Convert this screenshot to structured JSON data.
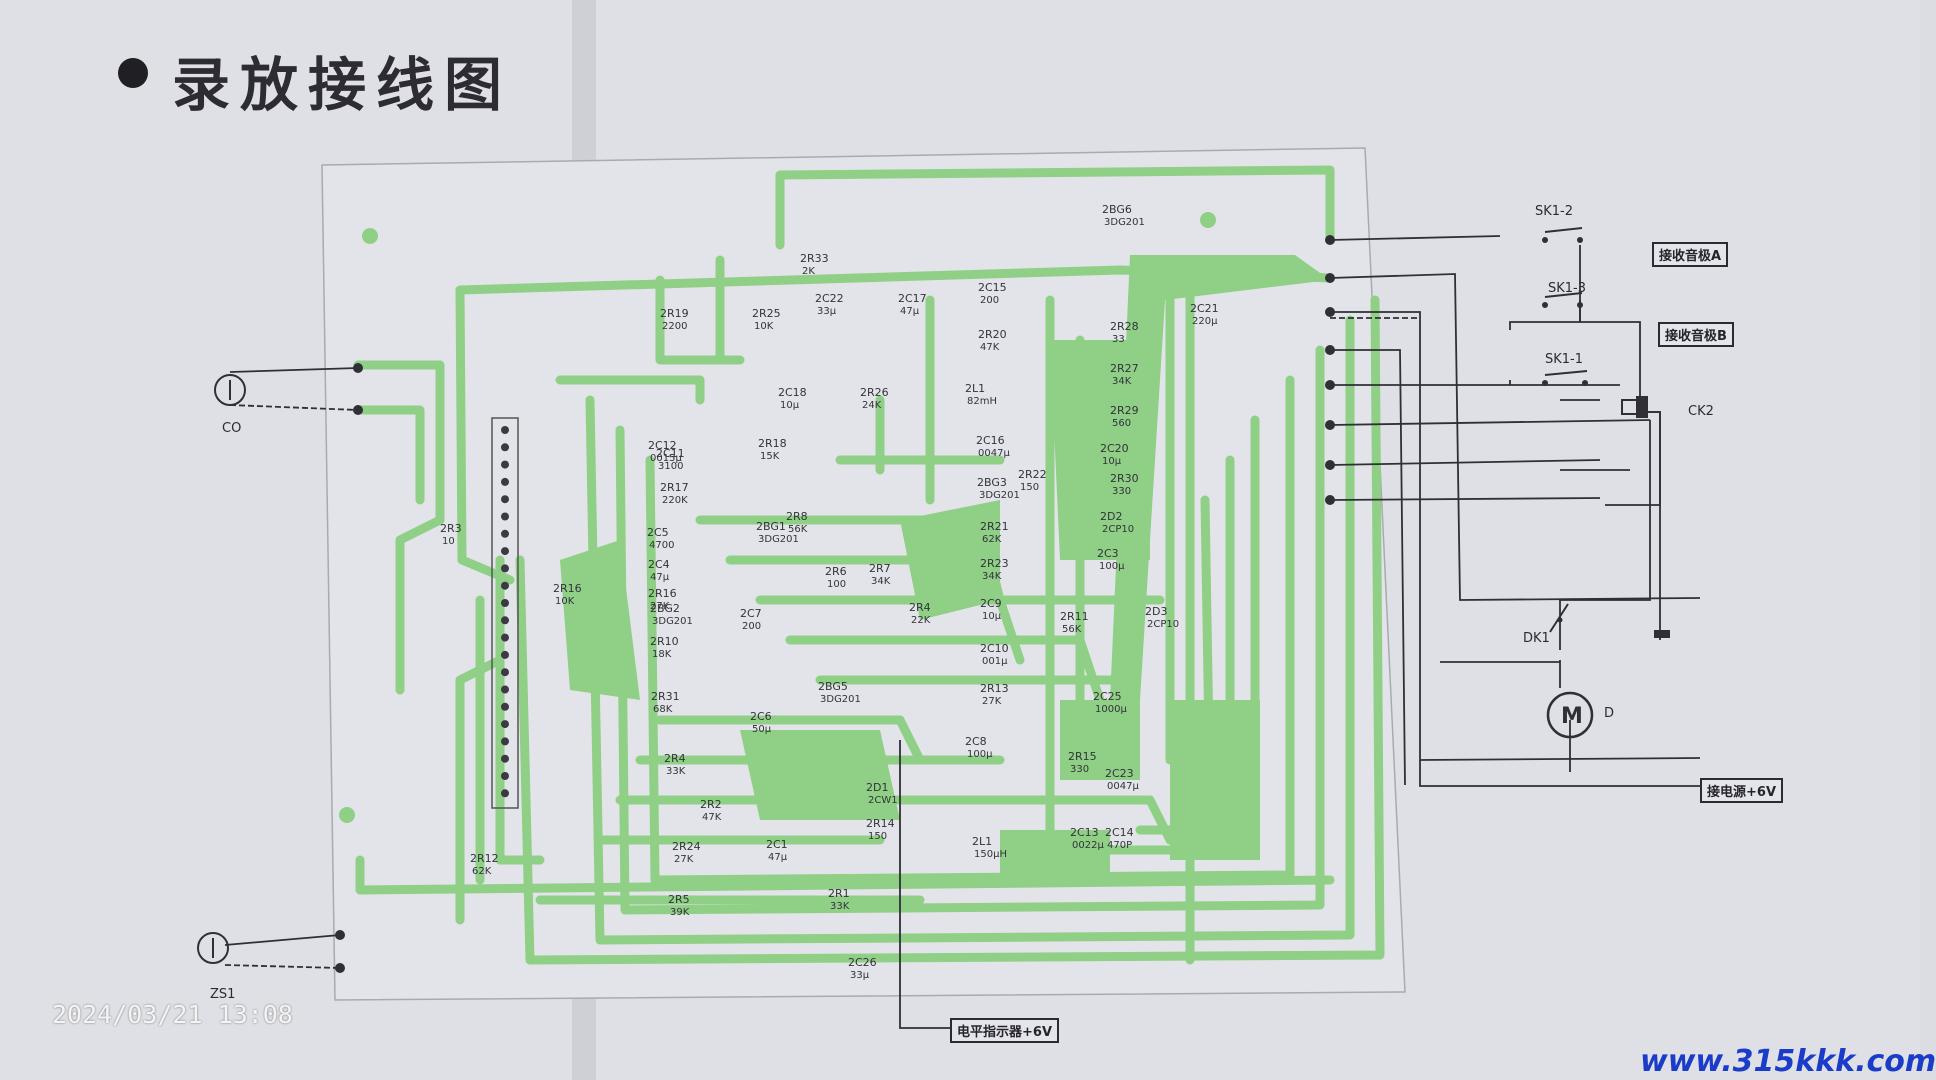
{
  "title": "录放接线图",
  "timestamp": "2024/03/21 13:08",
  "watermark": "www.315kkk.com",
  "colors": {
    "trace": "#8fd086",
    "ink": "#2f2f35",
    "paper": "#dcdde2",
    "watermark": "#1b3cc8"
  },
  "connectors": {
    "co": "CO",
    "zs1": "ZS1",
    "ck2": "CK2",
    "dk1": "DK1",
    "motor": "M",
    "motor_id": "D"
  },
  "switches": [
    "SK1-2",
    "SK1-3",
    "SK1-1"
  ],
  "tags": {
    "head_a": "接收音极A",
    "head_b": "接收音极B",
    "power": "接电源+6V",
    "level": "电平指示器+6V"
  },
  "parts": [
    {
      "name": "2R33",
      "value": "2K"
    },
    {
      "name": "2C22",
      "value": "33μ"
    },
    {
      "name": "2C17",
      "value": "47μ"
    },
    {
      "name": "2C15",
      "value": "200"
    },
    {
      "name": "2R20",
      "value": "47K"
    },
    {
      "name": "2BG6",
      "value": "3DG201"
    },
    {
      "name": "2C21",
      "value": "220μ"
    },
    {
      "name": "2R28",
      "value": "33"
    },
    {
      "name": "2R27",
      "value": "34K"
    },
    {
      "name": "2R29",
      "value": "560"
    },
    {
      "name": "2C20",
      "value": "10μ"
    },
    {
      "name": "2R30",
      "value": "330"
    },
    {
      "name": "2D2",
      "value": "2CP10"
    },
    {
      "name": "2C3",
      "value": "100μ"
    },
    {
      "name": "2D3",
      "value": "2CP10"
    },
    {
      "name": "2R19",
      "value": "2200"
    },
    {
      "name": "2R25",
      "value": "10K"
    },
    {
      "name": "2C18",
      "value": "10μ"
    },
    {
      "name": "2R26",
      "value": "24K"
    },
    {
      "name": "2L1",
      "value": "82mH"
    },
    {
      "name": "2C12",
      "value": "0015μ"
    },
    {
      "name": "2R18",
      "value": "15K"
    },
    {
      "name": "2C11",
      "value": "3100"
    },
    {
      "name": "2R17",
      "value": "220K"
    },
    {
      "name": "2C16",
      "value": "0047μ"
    },
    {
      "name": "2R22",
      "value": "150"
    },
    {
      "name": "2BG3",
      "value": "3DG201"
    },
    {
      "name": "2R21",
      "value": "62K"
    },
    {
      "name": "2R8",
      "value": "56K"
    },
    {
      "name": "2C5",
      "value": "4700"
    },
    {
      "name": "2BG1",
      "value": "3DG201"
    },
    {
      "name": "2R23",
      "value": "34K"
    },
    {
      "name": "2C4",
      "value": "47μ"
    },
    {
      "name": "2R16",
      "value": "27K"
    },
    {
      "name": "2R6",
      "value": "100"
    },
    {
      "name": "2R7",
      "value": "34K"
    },
    {
      "name": "2C9",
      "value": "10μ"
    },
    {
      "name": "2BG2",
      "value": "3DG201"
    },
    {
      "name": "2C7",
      "value": "200"
    },
    {
      "name": "2R4",
      "value": "22K"
    },
    {
      "name": "2R11",
      "value": "56K"
    },
    {
      "name": "2C10",
      "value": "001μ"
    },
    {
      "name": "2R10",
      "value": "18K"
    },
    {
      "name": "2R13",
      "value": "27K"
    },
    {
      "name": "2R31",
      "value": "68K"
    },
    {
      "name": "2BG5",
      "value": "3DG201"
    },
    {
      "name": "2C6",
      "value": "50μ"
    },
    {
      "name": "2C8",
      "value": "100μ"
    },
    {
      "name": "2C25",
      "value": "1000μ"
    },
    {
      "name": "2R15",
      "value": "330"
    },
    {
      "name": "2C23",
      "value": "0047μ"
    },
    {
      "name": "2R3",
      "value": "10"
    },
    {
      "name": "2R16",
      "value": "10K"
    },
    {
      "name": "2R4",
      "value": "33K"
    },
    {
      "name": "2R2",
      "value": "47K"
    },
    {
      "name": "2D1",
      "value": "2CW1"
    },
    {
      "name": "2R14",
      "value": "150"
    },
    {
      "name": "2C13",
      "value": "0022μ"
    },
    {
      "name": "2C14",
      "value": "470P"
    },
    {
      "name": "2R24",
      "value": "27K"
    },
    {
      "name": "2C1",
      "value": "47μ"
    },
    {
      "name": "2L1",
      "value": "150μH"
    },
    {
      "name": "2R12",
      "value": "62K"
    },
    {
      "name": "2R5",
      "value": "39K"
    },
    {
      "name": "2R1",
      "value": "33K"
    },
    {
      "name": "2C26",
      "value": "33μ"
    }
  ]
}
